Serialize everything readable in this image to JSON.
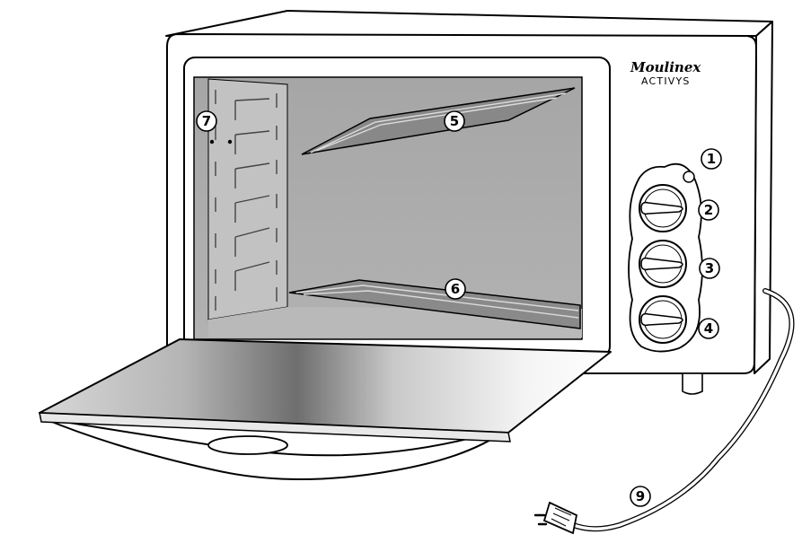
{
  "brand": {
    "name": "Moulinex",
    "model": "ACTIVYS"
  },
  "callouts": [
    "1",
    "2",
    "3",
    "4",
    "5",
    "6",
    "7",
    "9"
  ],
  "colors": {
    "line": "#000000",
    "cavity": "#a9a9a9",
    "body": "#ffffff"
  }
}
